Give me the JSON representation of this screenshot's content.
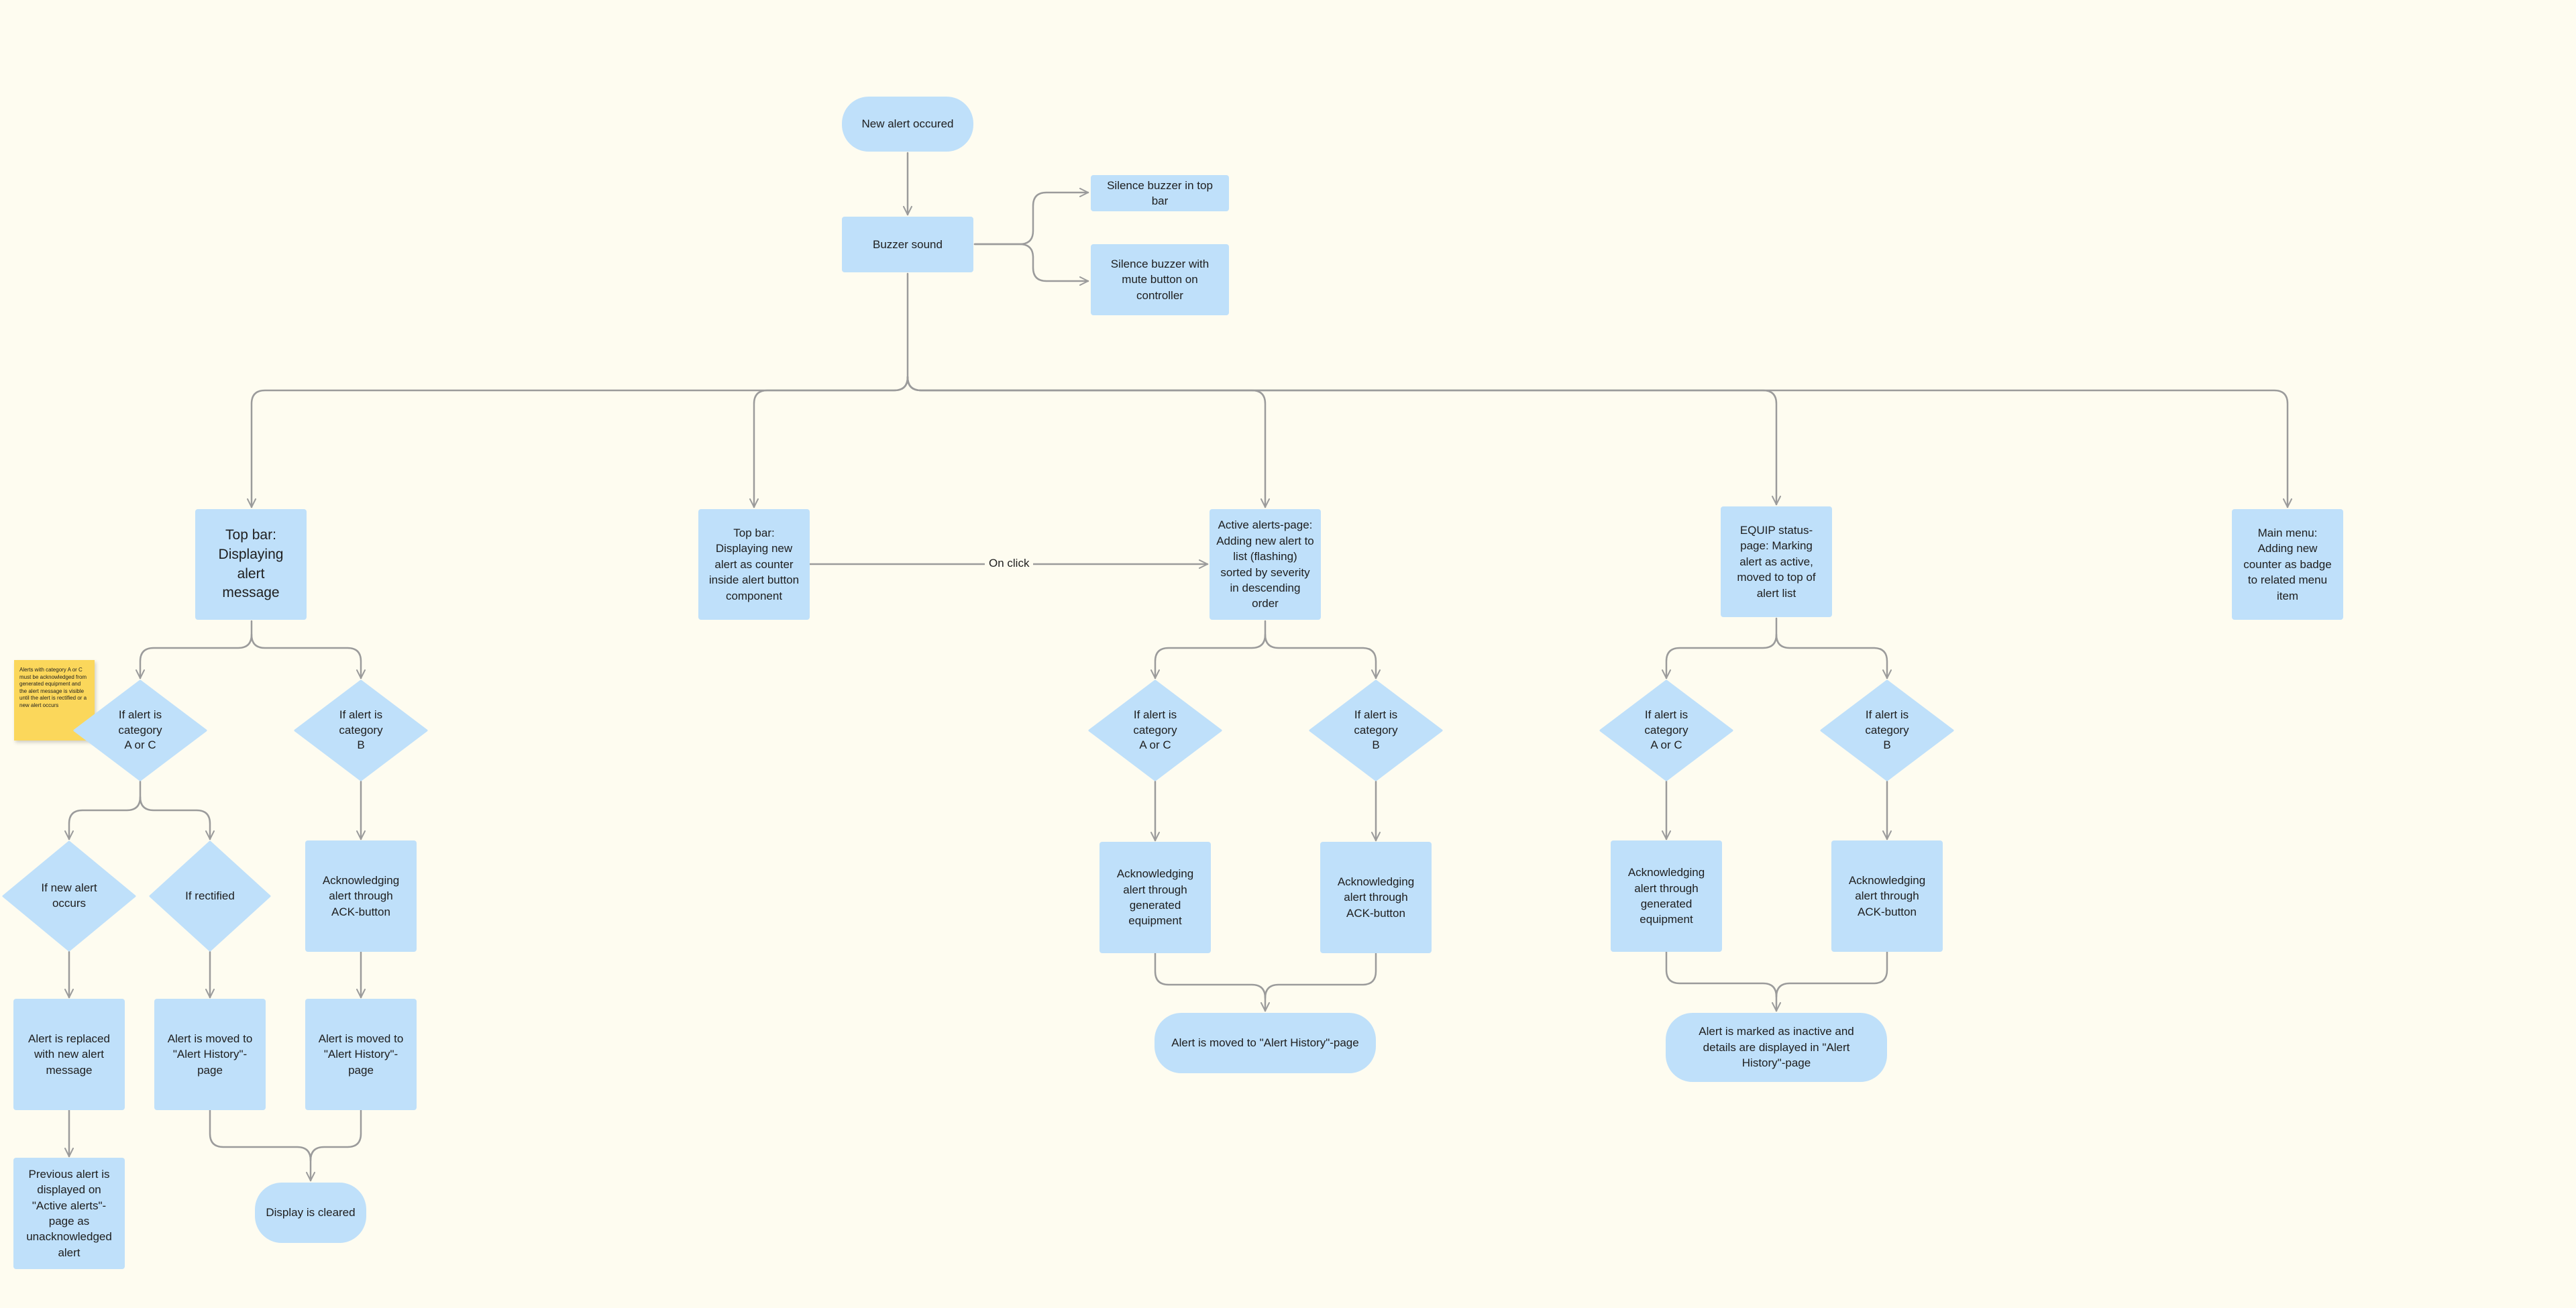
{
  "nodes": {
    "new_alert": "New alert occured",
    "buzzer": "Buzzer sound",
    "silence_top": "Silence buzzer in top bar",
    "silence_mute": "Silence buzzer with mute button on controller",
    "topbar_msg": "Top bar: Displaying alert message",
    "topbar_counter": "Top bar: Displaying new alert as counter inside alert button component",
    "active_alerts": "Active alerts-page: Adding new alert to list (flashing) sorted by severity in descending order",
    "equip_status": "EQUIP status-page: Marking alert as active, moved to top of alert list",
    "main_menu": "Main menu: Adding new counter as badge to related menu item",
    "cond_ac_1": "If alert is category A or C",
    "cond_b_1": "If alert is category B",
    "cond_new": "If new alert occurs",
    "cond_rect": "If rectified",
    "ack_btn_1": "Acknowledging alert through ACK-button",
    "replaced": "Alert is replaced with new alert message",
    "moved_hist_1": "Alert is moved to \"Alert History\"-page",
    "moved_hist_2": "Alert is moved to \"Alert History\"-page",
    "previous": "Previous alert is displayed on \"Active alerts\"-page as unacknowledged alert",
    "cleared": "Display is cleared",
    "cond_ac_2": "If alert is category A or C",
    "cond_b_2": "If alert is category B",
    "ack_gen_2": "Acknowledging alert through generated equipment",
    "ack_btn_2": "Acknowledging alert through ACK-button",
    "moved_hist_3": "Alert is moved to \"Alert History\"-page",
    "cond_ac_3": "If alert is category A or C",
    "cond_b_3": "If alert is category B",
    "ack_gen_3": "Acknowledging alert through generated equipment",
    "ack_btn_3": "Acknowledging alert through ACK-button",
    "inactive": "Alert is marked as inactive and details are displayed in \"Alert History\"-page"
  },
  "edge_labels": {
    "on_click": "On click"
  },
  "sticky_note": "Alerts with category A or C must be acknowledged from generated equipment and the alert message is visible until the alert is rectified or a new alert occurs",
  "colors": {
    "background": "#fefcf0",
    "node_fill": "#bfe0fa",
    "connector": "#9b9b9b",
    "sticky": "#fbd75b"
  }
}
